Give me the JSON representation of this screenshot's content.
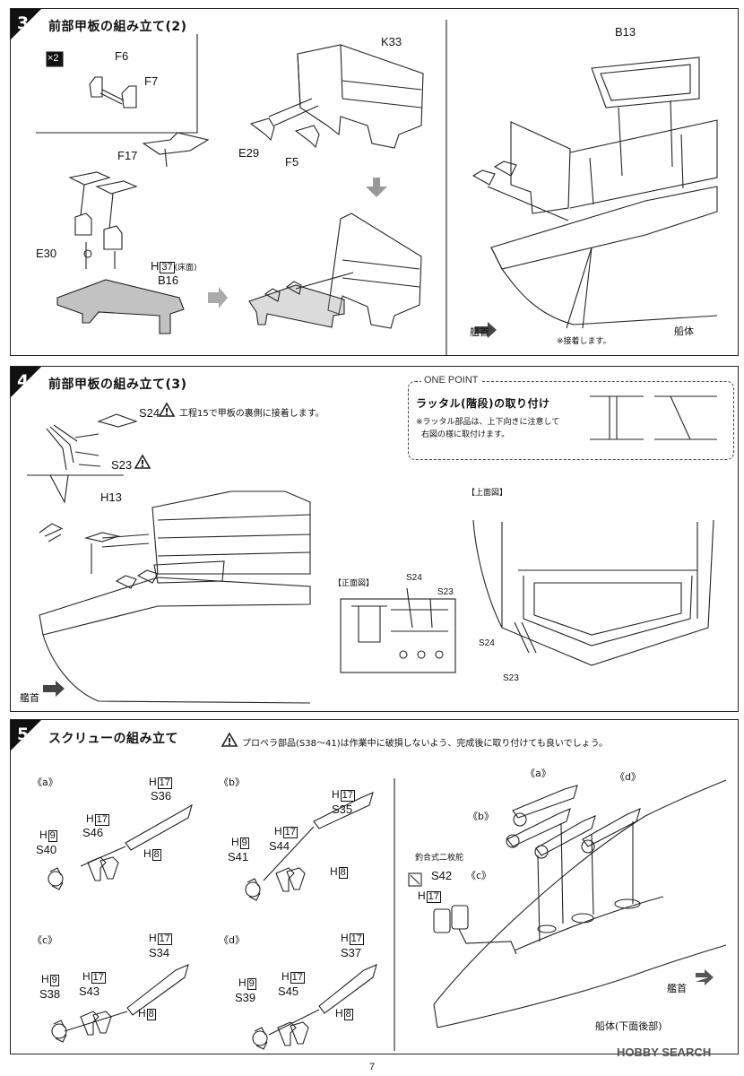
{
  "step3": {
    "num": "3",
    "title": "前部甲板の組み立て(2)",
    "x2": "×2",
    "labels": {
      "f6": "F6",
      "f7": "F7",
      "f17": "F17",
      "e30": "E30",
      "h37_prefix": "H",
      "h37_num": "37",
      "h37_note": "(床面)",
      "b16": "B16",
      "k33": "K33",
      "e29": "E29",
      "f5": "F5",
      "b13": "B13",
      "bow": "艦首",
      "hull": "船体",
      "glue_note": "※接着します。"
    }
  },
  "step4": {
    "num": "4",
    "title": "前部甲板の組み立て(3)",
    "labels": {
      "s24": "S24",
      "s23": "S23",
      "note15": "工程15で甲板の裏側に接着します。",
      "h13": "H13",
      "front_view": "【正面図】",
      "top_view": "【上面図】",
      "bow": "艦首",
      "s24b": "S24",
      "s23b": "S23",
      "s24c": "S24",
      "s23c": "S23"
    },
    "one_point": {
      "tag": "ONE POINT",
      "heading": "ラッタル(階段)の取り付け",
      "text1": "※ラッタル部品は、上下向きに注意して",
      "text2": "右図の様に取付けます。"
    }
  },
  "step5": {
    "num": "5",
    "title": "スクリューの組み立て",
    "caution": "プロペラ部品(S38〜41)は作業中に破損しないよう、完成後に取り付けても良いでしょう。",
    "groups": {
      "a": {
        "tag": "《a》",
        "shaft": "S36",
        "strut": "S46",
        "prop": "S40",
        "prop_h": "9",
        "strut_h": "17",
        "shaft_h": "17",
        "h8": "8"
      },
      "b": {
        "tag": "《b》",
        "shaft": "S35",
        "strut": "S44",
        "prop": "S41",
        "prop_h": "9",
        "strut_h": "17",
        "shaft_h": "17",
        "h8": "8"
      },
      "c": {
        "tag": "《c》",
        "shaft": "S34",
        "strut": "S43",
        "prop": "S38",
        "prop_h": "9",
        "strut_h": "17",
        "shaft_h": "17",
        "h8": "8"
      },
      "d": {
        "tag": "《d》",
        "shaft": "S37",
        "strut": "S45",
        "prop": "S39",
        "prop_h": "9",
        "strut_h": "17",
        "shaft_h": "17",
        "h8": "8"
      }
    },
    "h_prefix": "H",
    "rudder": "釣合式二枚舵",
    "s42": "S42",
    "s42_h": "17",
    "ta": "《a》",
    "tb": "《b》",
    "tc": "《c》",
    "td": "《d》",
    "bow": "艦首",
    "hull": "船体(下面後部)"
  },
  "page_number": "7",
  "watermark": "HOBBY SEARCH"
}
